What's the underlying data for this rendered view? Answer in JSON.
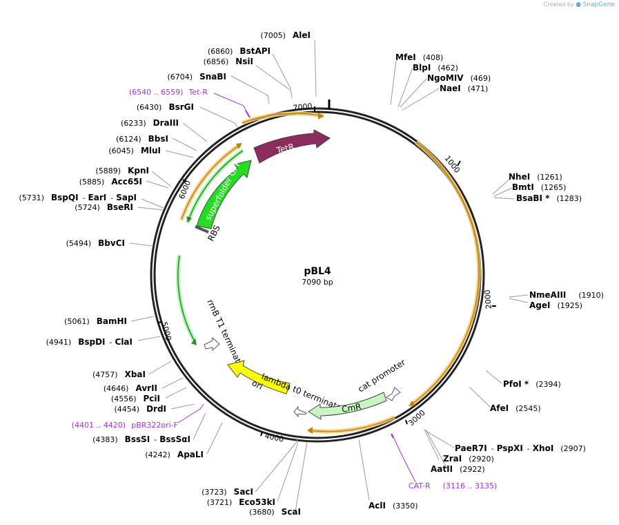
{
  "branding": {
    "created_by": "Created by",
    "app": "SnapGene"
  },
  "plasmid": {
    "name": "pBL4",
    "size": "7090 bp",
    "length": 7090
  },
  "ticks": [
    "1000",
    "2000",
    "3000",
    "4000",
    "5000",
    "6000",
    "7000"
  ],
  "colors": {
    "backbone": "#222222",
    "orf": "#b8860b",
    "orf_glow": "#f4c775",
    "tetR": "#8b2c5c",
    "gfp": "#22dd22",
    "cmR": "#c8f5c0",
    "ori": "#ffff00",
    "primer": "#a133d6",
    "leader": "#999999"
  },
  "features": [
    {
      "name": "TetR",
      "label": "TetR"
    },
    {
      "name": "superfolder GFP",
      "label": "superfolder GFP"
    },
    {
      "name": "CmR",
      "label": "CmR"
    },
    {
      "name": "ori",
      "label": "ori"
    },
    {
      "name": "RBS",
      "label": "RBS"
    },
    {
      "name": "rrnB T1 terminator",
      "label": "rrnB T1 terminator"
    },
    {
      "name": "lambda t0 terminator",
      "label": "lambda t0 terminator"
    },
    {
      "name": "cat promoter",
      "label": "cat promoter"
    }
  ],
  "sites": [
    {
      "name": "AleI",
      "pos": "(7005)"
    },
    {
      "name": "BstAPI",
      "pos": "(6860)"
    },
    {
      "name": "NsiI",
      "pos": "(6856)"
    },
    {
      "name": "SnaBI",
      "pos": "(6704)"
    },
    {
      "name": "BsrGI",
      "pos": "(6430)"
    },
    {
      "name": "DraIII",
      "pos": "(6233)"
    },
    {
      "name": "BbsI",
      "pos": "(6124)"
    },
    {
      "name": "MluI",
      "pos": "(6045)"
    },
    {
      "name": "KpnI",
      "pos": "(5889)"
    },
    {
      "name": "Acc65I",
      "pos": "(5885)"
    },
    {
      "name": "BspQI",
      "name2": "EarI",
      "name3": "SapI",
      "pos": "(5731)"
    },
    {
      "name": "BseRI",
      "pos": "(5724)"
    },
    {
      "name": "BbvCI",
      "pos": "(5494)"
    },
    {
      "name": "BamHI",
      "pos": "(5061)"
    },
    {
      "name": "BspDI",
      "name2": "ClaI",
      "pos": "(4941)"
    },
    {
      "name": "XbaI",
      "pos": "(4757)"
    },
    {
      "name": "AvrII",
      "pos": "(4646)"
    },
    {
      "name": "PciI",
      "pos": "(4556)"
    },
    {
      "name": "DrdI",
      "pos": "(4454)"
    },
    {
      "name": "BssSI",
      "name2": "BssSαI",
      "pos": "(4383)"
    },
    {
      "name": "ApaLI",
      "pos": "(4242)"
    },
    {
      "name": "SacI",
      "pos": "(3723)"
    },
    {
      "name": "Eco53kI",
      "pos": "(3721)"
    },
    {
      "name": "ScaI",
      "pos": "(3680)"
    },
    {
      "name": "AclI",
      "pos": "(3350)"
    },
    {
      "name": "ZraI",
      "pos": "(2920)"
    },
    {
      "name": "AatII",
      "pos": "(2922)"
    },
    {
      "name": "PaeR7I",
      "name2": "PspXI",
      "name3": "XhoI",
      "pos": "(2907)"
    },
    {
      "name": "AfeI",
      "pos": "(2545)"
    },
    {
      "name": "PfoI *",
      "pos": "(2394)"
    },
    {
      "name": "NmeAIII",
      "pos": "(1910)"
    },
    {
      "name": "AgeI",
      "pos": "(1925)"
    },
    {
      "name": "NheI",
      "pos": "(1261)"
    },
    {
      "name": "BmtI",
      "pos": "(1265)"
    },
    {
      "name": "BsaBI *",
      "pos": "(1283)"
    },
    {
      "name": "MfeI",
      "pos": "(408)"
    },
    {
      "name": "BlpI",
      "pos": "(462)"
    },
    {
      "name": "NgoMIV",
      "pos": "(469)"
    },
    {
      "name": "NaeI",
      "pos": "(471)"
    }
  ],
  "primers": [
    {
      "name": "Tet-R",
      "range": "(6540 .. 6559)"
    },
    {
      "name": "pBR322ori-F",
      "range": "(4401 .. 4420)"
    },
    {
      "name": "CAT-R",
      "range": "(3116 .. 3135)"
    }
  ]
}
